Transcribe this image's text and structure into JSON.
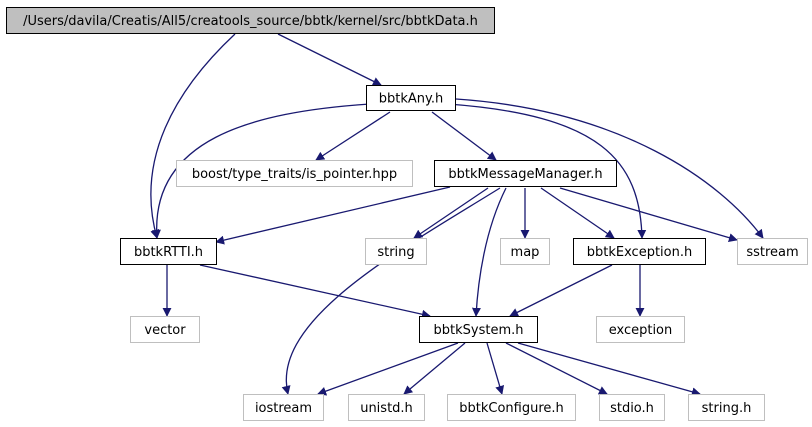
{
  "colors": {
    "edge": "#191970",
    "root_fill": "#bfbfbf",
    "internal_stroke": "#000000",
    "external_stroke": "#bfbfbf",
    "text": "#000000"
  },
  "nodes": {
    "root": {
      "label": "/Users/davila/Creatis/All5/creatools_source/bbtk/kernel/src/bbtkData.h",
      "kind": "root"
    },
    "any": {
      "label": "bbtkAny.h",
      "kind": "internal"
    },
    "rtti": {
      "label": "bbtkRTTI.h",
      "kind": "internal"
    },
    "boost": {
      "label": "boost/type_traits/is_pointer.hpp",
      "kind": "external"
    },
    "msg": {
      "label": "bbtkMessageManager.h",
      "kind": "internal"
    },
    "sstream": {
      "label": "sstream",
      "kind": "external"
    },
    "exc": {
      "label": "bbtkException.h",
      "kind": "internal"
    },
    "string": {
      "label": "string",
      "kind": "external"
    },
    "map": {
      "label": "map",
      "kind": "external"
    },
    "vector": {
      "label": "vector",
      "kind": "external"
    },
    "system": {
      "label": "bbtkSystem.h",
      "kind": "internal"
    },
    "exception": {
      "label": "exception",
      "kind": "external"
    },
    "iostream": {
      "label": "iostream",
      "kind": "external"
    },
    "unistd": {
      "label": "unistd.h",
      "kind": "external"
    },
    "config": {
      "label": "bbtkConfigure.h",
      "kind": "external"
    },
    "stdio": {
      "label": "stdio.h",
      "kind": "external"
    },
    "stringh": {
      "label": "string.h",
      "kind": "external"
    }
  },
  "edges": [
    [
      "root",
      "any"
    ],
    [
      "root",
      "rtti"
    ],
    [
      "any",
      "rtti"
    ],
    [
      "any",
      "boost"
    ],
    [
      "any",
      "msg"
    ],
    [
      "any",
      "exc"
    ],
    [
      "any",
      "sstream"
    ],
    [
      "msg",
      "rtti"
    ],
    [
      "msg",
      "iostream"
    ],
    [
      "msg",
      "string"
    ],
    [
      "msg",
      "system"
    ],
    [
      "msg",
      "map"
    ],
    [
      "msg",
      "exc"
    ],
    [
      "msg",
      "sstream"
    ],
    [
      "rtti",
      "vector"
    ],
    [
      "rtti",
      "system"
    ],
    [
      "exc",
      "system"
    ],
    [
      "exc",
      "exception"
    ],
    [
      "system",
      "iostream"
    ],
    [
      "system",
      "unistd"
    ],
    [
      "system",
      "config"
    ],
    [
      "system",
      "stdio"
    ],
    [
      "system",
      "stringh"
    ]
  ]
}
